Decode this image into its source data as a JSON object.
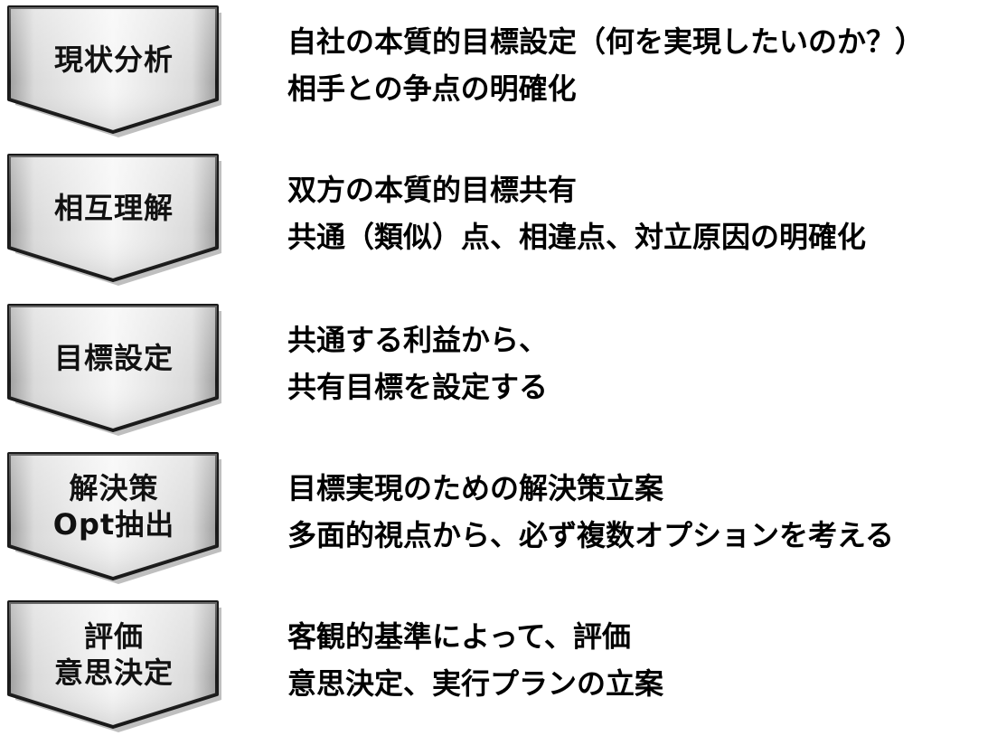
{
  "steps": [
    {
      "label": [
        "現状分析"
      ],
      "description": [
        "自社の本質的目標設定（何を実現したいのか？）",
        "相手との争点の明確化"
      ]
    },
    {
      "label": [
        "相互理解"
      ],
      "description": [
        "双方の本質的目標共有",
        "共通（類似）点、相違点、対立原因の明確化"
      ]
    },
    {
      "label": [
        "目標設定"
      ],
      "description": [
        "共通する利益から、",
        "共有目標を設定する"
      ]
    },
    {
      "label": [
        "解決策",
        "Opt抽出"
      ],
      "description": [
        "目標実現のための解決策立案",
        "多面的視点から、必ず複数オプションを考える"
      ]
    },
    {
      "label": [
        "評価",
        "意思決定"
      ],
      "description": [
        "客観的基準によって、評価",
        "意思決定、実行プランの立案"
      ]
    }
  ],
  "colors": {
    "chevron_light": "#f4f4f4",
    "chevron_dark": "#b4b4b4",
    "chevron_border": "#1a1a1a",
    "text": "#000000"
  }
}
